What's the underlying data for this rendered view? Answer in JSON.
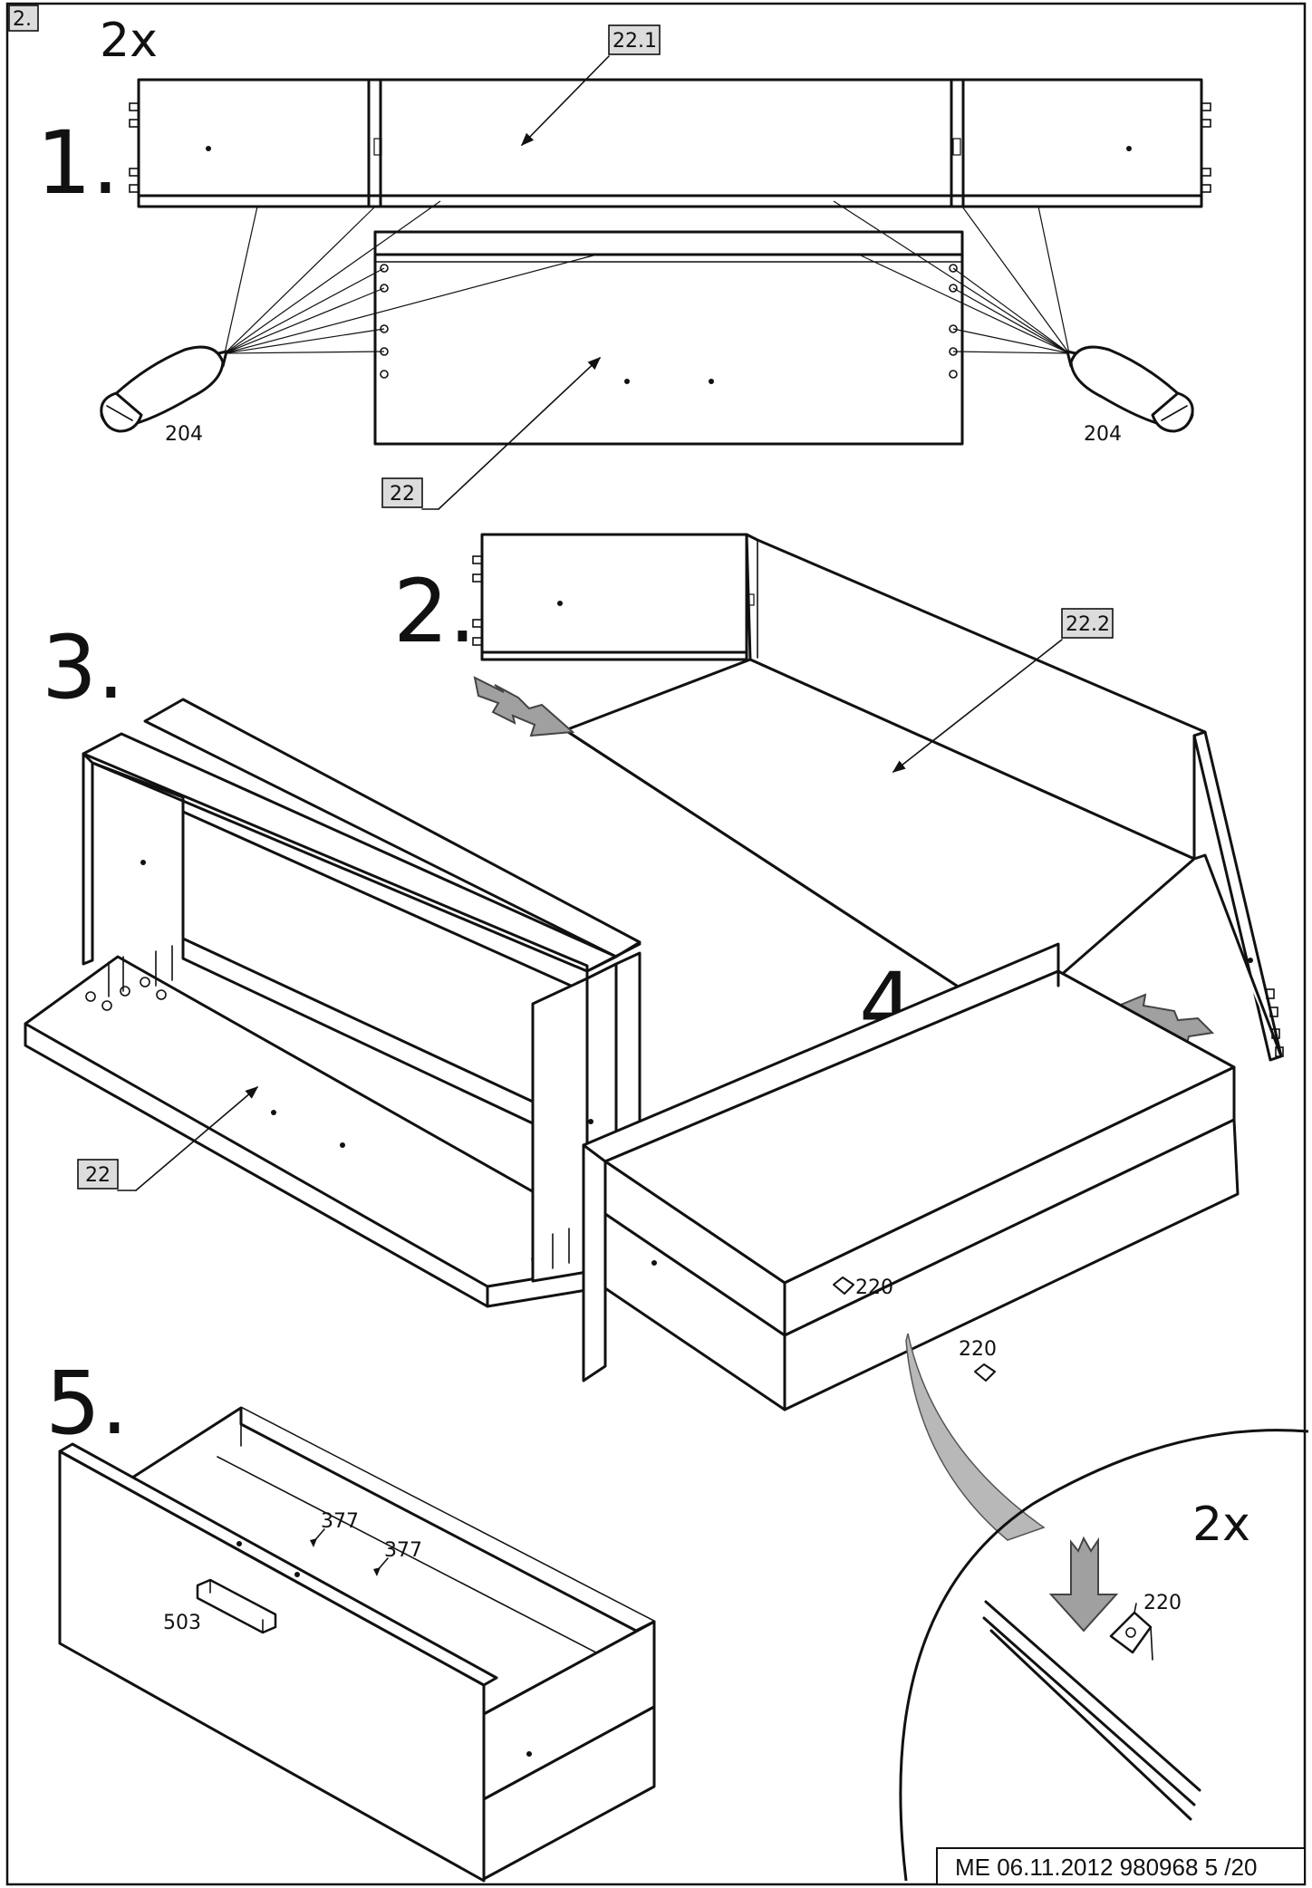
{
  "page": {
    "section_tag": "2.",
    "footer": "ME   06.11.2012 980968  5 /20"
  },
  "step1": {
    "number": "1.",
    "quantity": "2x",
    "part_top": "22.1",
    "part_bottom": "22",
    "tool_left": "204",
    "tool_right": "204"
  },
  "step2": {
    "number": "2.",
    "part": "22.2"
  },
  "step3": {
    "number": "3.",
    "part": "22"
  },
  "step4": {
    "number": "4.",
    "part_a": "220",
    "part_b": "220",
    "detail_quantity": "2x",
    "detail_part": "220"
  },
  "step5": {
    "number": "5.",
    "screw_a": "377",
    "screw_b": "377",
    "handle": "503"
  }
}
